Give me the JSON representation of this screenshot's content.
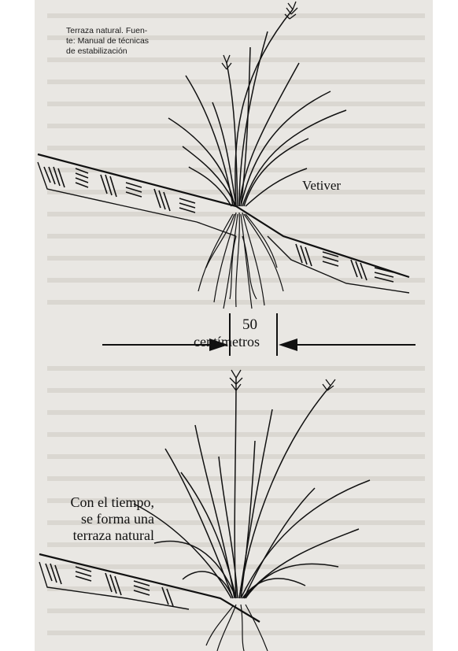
{
  "caption": {
    "lines": [
      "Terraza natural. Fuen-",
      "te: Manual de técnicas",
      "de estabilización"
    ]
  },
  "labels": {
    "plant": "Vetiver",
    "measure_value": "50",
    "measure_unit": "centímetros",
    "note_lines": [
      "Con el tiempo,",
      "se forma una",
      "terraza natural"
    ]
  },
  "colors": {
    "ink": "#111111",
    "background": "#e9e7e3"
  }
}
